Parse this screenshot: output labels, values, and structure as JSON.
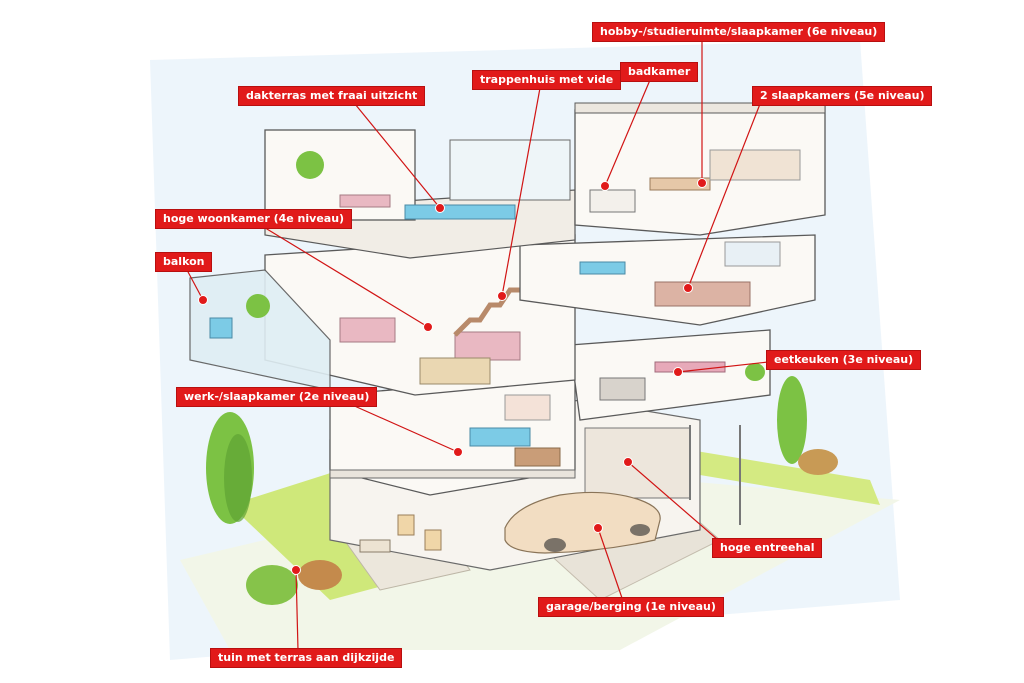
{
  "colors": {
    "label_bg": "#e11a1a",
    "label_text": "#ffffff",
    "leader_line": "#d11414",
    "sky": "#dcecf7",
    "lawn": "#c9e46a",
    "tree": "#6fb83a",
    "wall": "#f6f3ee",
    "outline": "#5a5a5a",
    "furniture_blue": "#6ec9e6",
    "furniture_pink": "#e9b8c2",
    "car": "#f1dcc0"
  },
  "labels": {
    "dakterras": "dakterras met fraai uitzicht",
    "trappenhuis": "trappenhuis met vide",
    "badkamer": "badkamer",
    "hobby": "hobby-/studieruimte/slaapkamer (6e niveau)",
    "slaapkamers": "2 slaapkamers (5e niveau)",
    "woonkamer": "hoge woonkamer (4e niveau)",
    "balkon": "balkon",
    "eetkeuken": "eetkeuken (3e niveau)",
    "werk": "werk-/slaapkamer (2e niveau)",
    "entreehal": "hoge entreehal",
    "garage": "garage/berging (1e niveau)",
    "tuin": "tuin met terras aan dijkzijde"
  }
}
